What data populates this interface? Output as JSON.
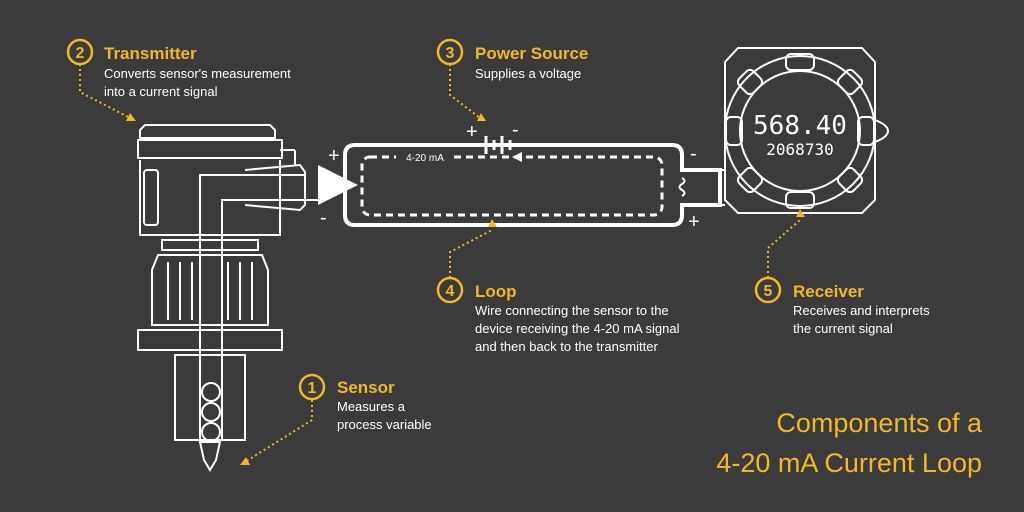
{
  "components": {
    "transmitter": {
      "number": "2",
      "title": "Transmitter",
      "desc_lines": [
        "Converts sensor's measurement",
        "into a current signal"
      ]
    },
    "power_source": {
      "number": "3",
      "title": "Power Source",
      "desc_lines": [
        "Supplies a voltage"
      ]
    },
    "loop": {
      "number": "4",
      "title": "Loop",
      "desc_lines": [
        "Wire connecting the sensor to the",
        "device receiving the 4-20 mA signal",
        "and then back to the transmitter"
      ]
    },
    "receiver": {
      "number": "5",
      "title": "Receiver",
      "desc_lines": [
        "Receives and interprets",
        "the current signal"
      ]
    },
    "sensor": {
      "number": "1",
      "title": "Sensor",
      "desc_lines": [
        "Measures a",
        "process variable"
      ]
    }
  },
  "loop_label": "4-20 mA",
  "signs": {
    "plus": "+",
    "minus": "-"
  },
  "display": {
    "main": "568.40",
    "sub": "2068730"
  },
  "main_title": [
    "Components of a",
    "4-20 mA Current Loop"
  ],
  "colors": {
    "background": "#3b3b3b",
    "accent": "#f2b723",
    "line": "#ffffff"
  }
}
